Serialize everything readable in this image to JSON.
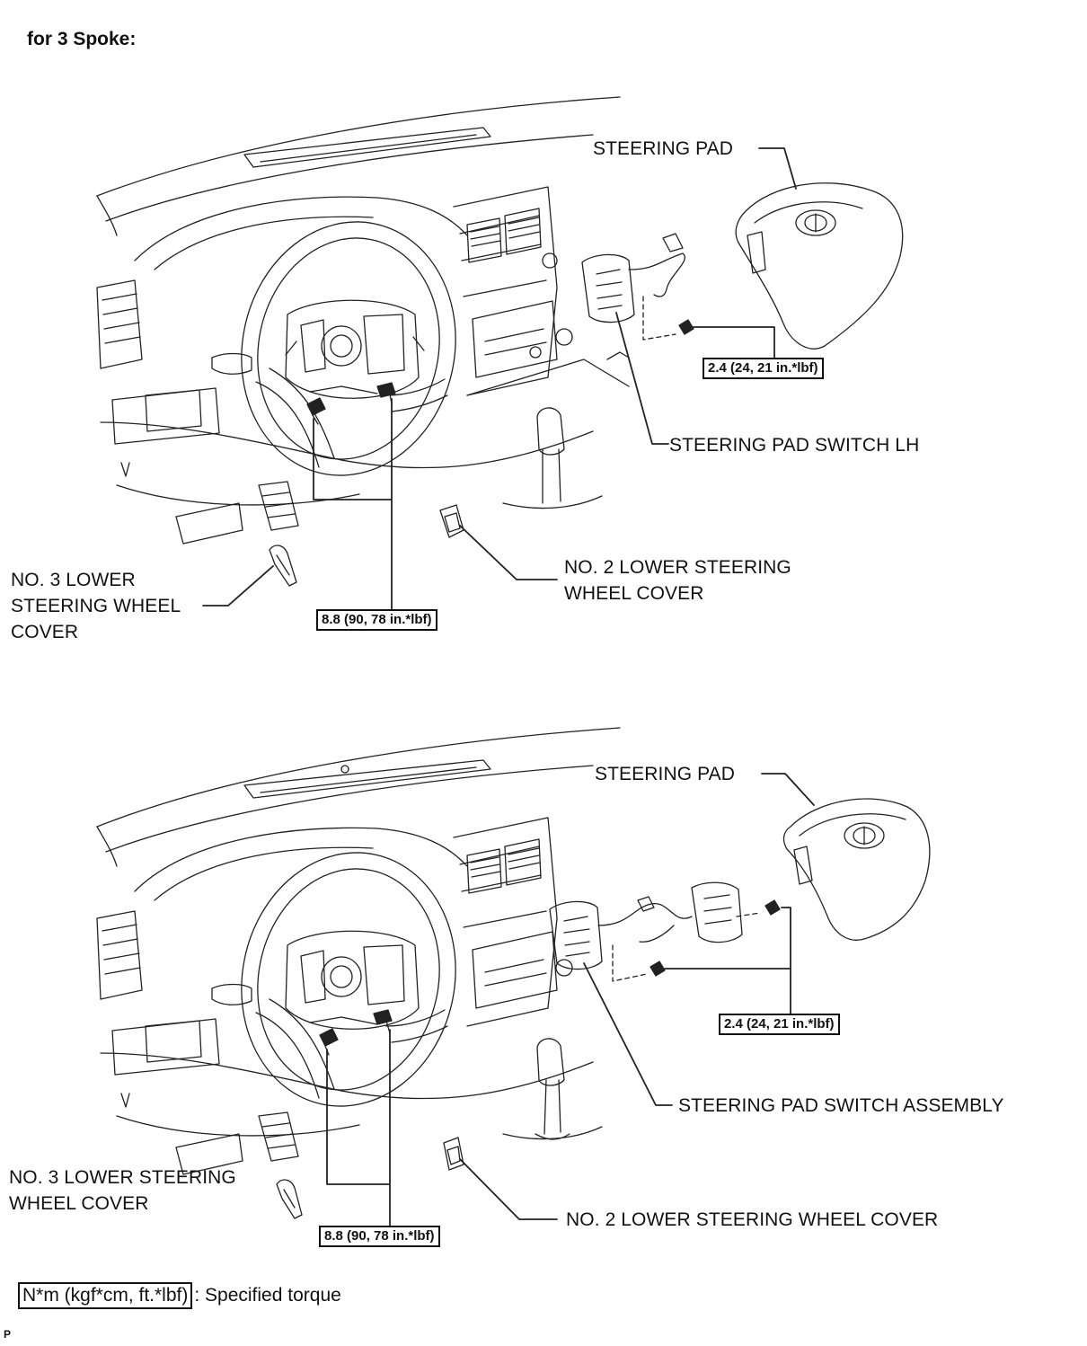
{
  "heading": "for 3 Spoke:",
  "upper_view": {
    "steering_pad": "STEERING PAD",
    "switch": "STEERING PAD SWITCH LH",
    "switch_torque": "2.4 (24, 21 in.*lbf)",
    "no2_cover": "NO. 2 LOWER STEERING\nWHEEL COVER",
    "no3_cover": "NO. 3 LOWER\nSTEERING WHEEL\nCOVER",
    "wheel_torque": "8.8 (90, 78 in.*lbf)"
  },
  "lower_view": {
    "steering_pad": "STEERING PAD",
    "switch": "STEERING PAD SWITCH ASSEMBLY",
    "switch_torque": "2.4 (24, 21 in.*lbf)",
    "no2_cover": "NO. 2 LOWER STEERING WHEEL COVER",
    "no3_cover": "NO. 3 LOWER STEERING\nWHEEL COVER",
    "wheel_torque": "8.8 (90, 78 in.*lbf)"
  },
  "legend": {
    "unit_box": "N*m (kgf*cm, ft.*lbf)",
    "description": ": Specified torque"
  },
  "footer_mark": "P"
}
